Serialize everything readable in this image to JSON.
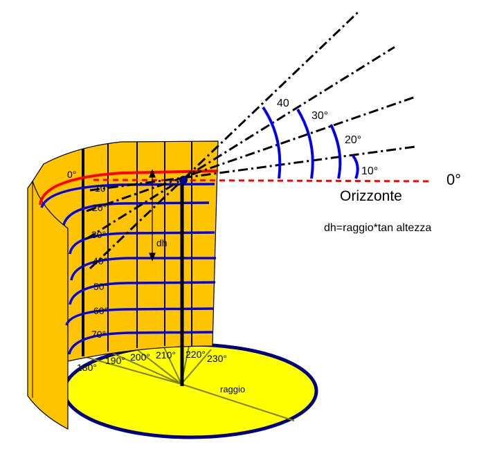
{
  "labels": {
    "altitude_rings": [
      "0°",
      "10°",
      "20°",
      "30°",
      "40°",
      "50°",
      "60°",
      "70°"
    ],
    "azimuths": [
      "180°",
      "190°",
      "200°",
      "210°",
      "220°",
      "230°"
    ],
    "angles": [
      "40",
      "30°",
      "20°",
      "10°"
    ],
    "zero": "0°",
    "horizon": "Orizzonte",
    "formula": "dh=raggio*tan altezza",
    "dh": "dh",
    "radius": "raggio"
  },
  "colors": {
    "panel": "#FFC400",
    "base": "#FFFF00",
    "base_rim": "#000080",
    "arc": "#0000EE",
    "horizon": "#FF0000"
  }
}
